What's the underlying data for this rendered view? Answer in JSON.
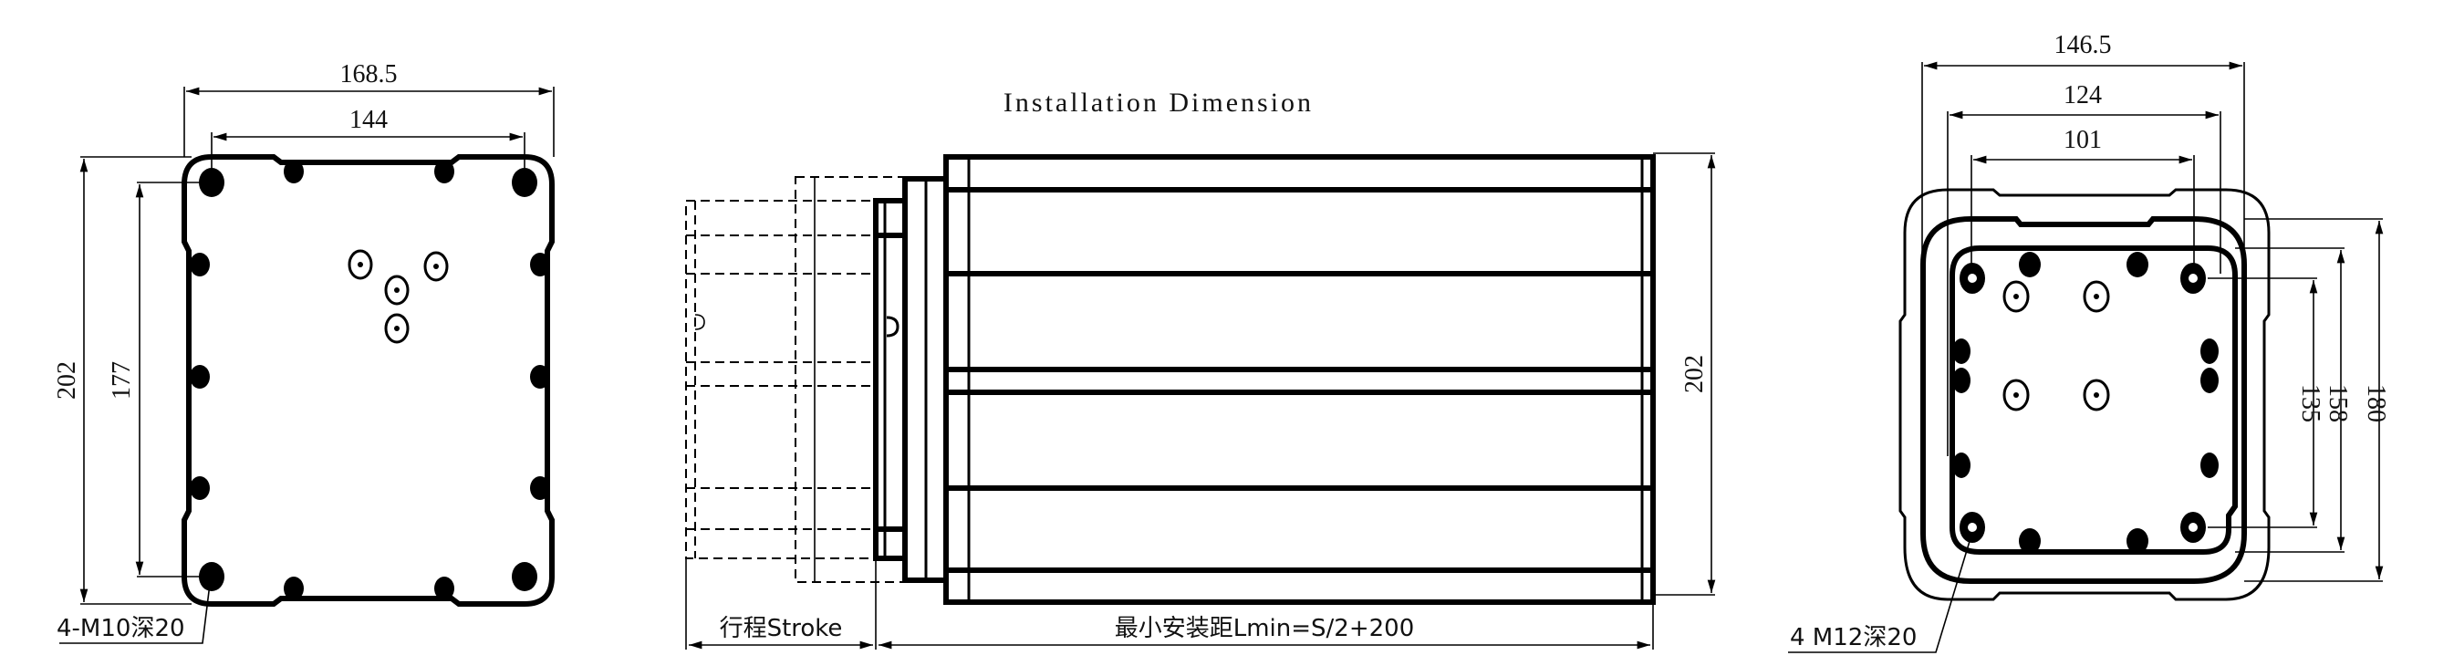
{
  "title": "Installation Dimension",
  "colors": {
    "line": "#000000",
    "background": "#ffffff"
  },
  "left_view": {
    "width_outer": "168.5",
    "width_holes": "144",
    "height_outer": "202",
    "height_holes": "177",
    "thread_callout": "4-M10深20"
  },
  "side_view": {
    "height": "202",
    "stroke_label": "行程Stroke",
    "min_length_label": "最小安装距Lmin=S/2+200"
  },
  "right_view": {
    "width_outer": "146.5",
    "width_mid": "124",
    "width_inner": "101",
    "height_inner": "135",
    "height_mid": "158",
    "height_outer": "180",
    "thread_callout": "4 M12深20"
  }
}
